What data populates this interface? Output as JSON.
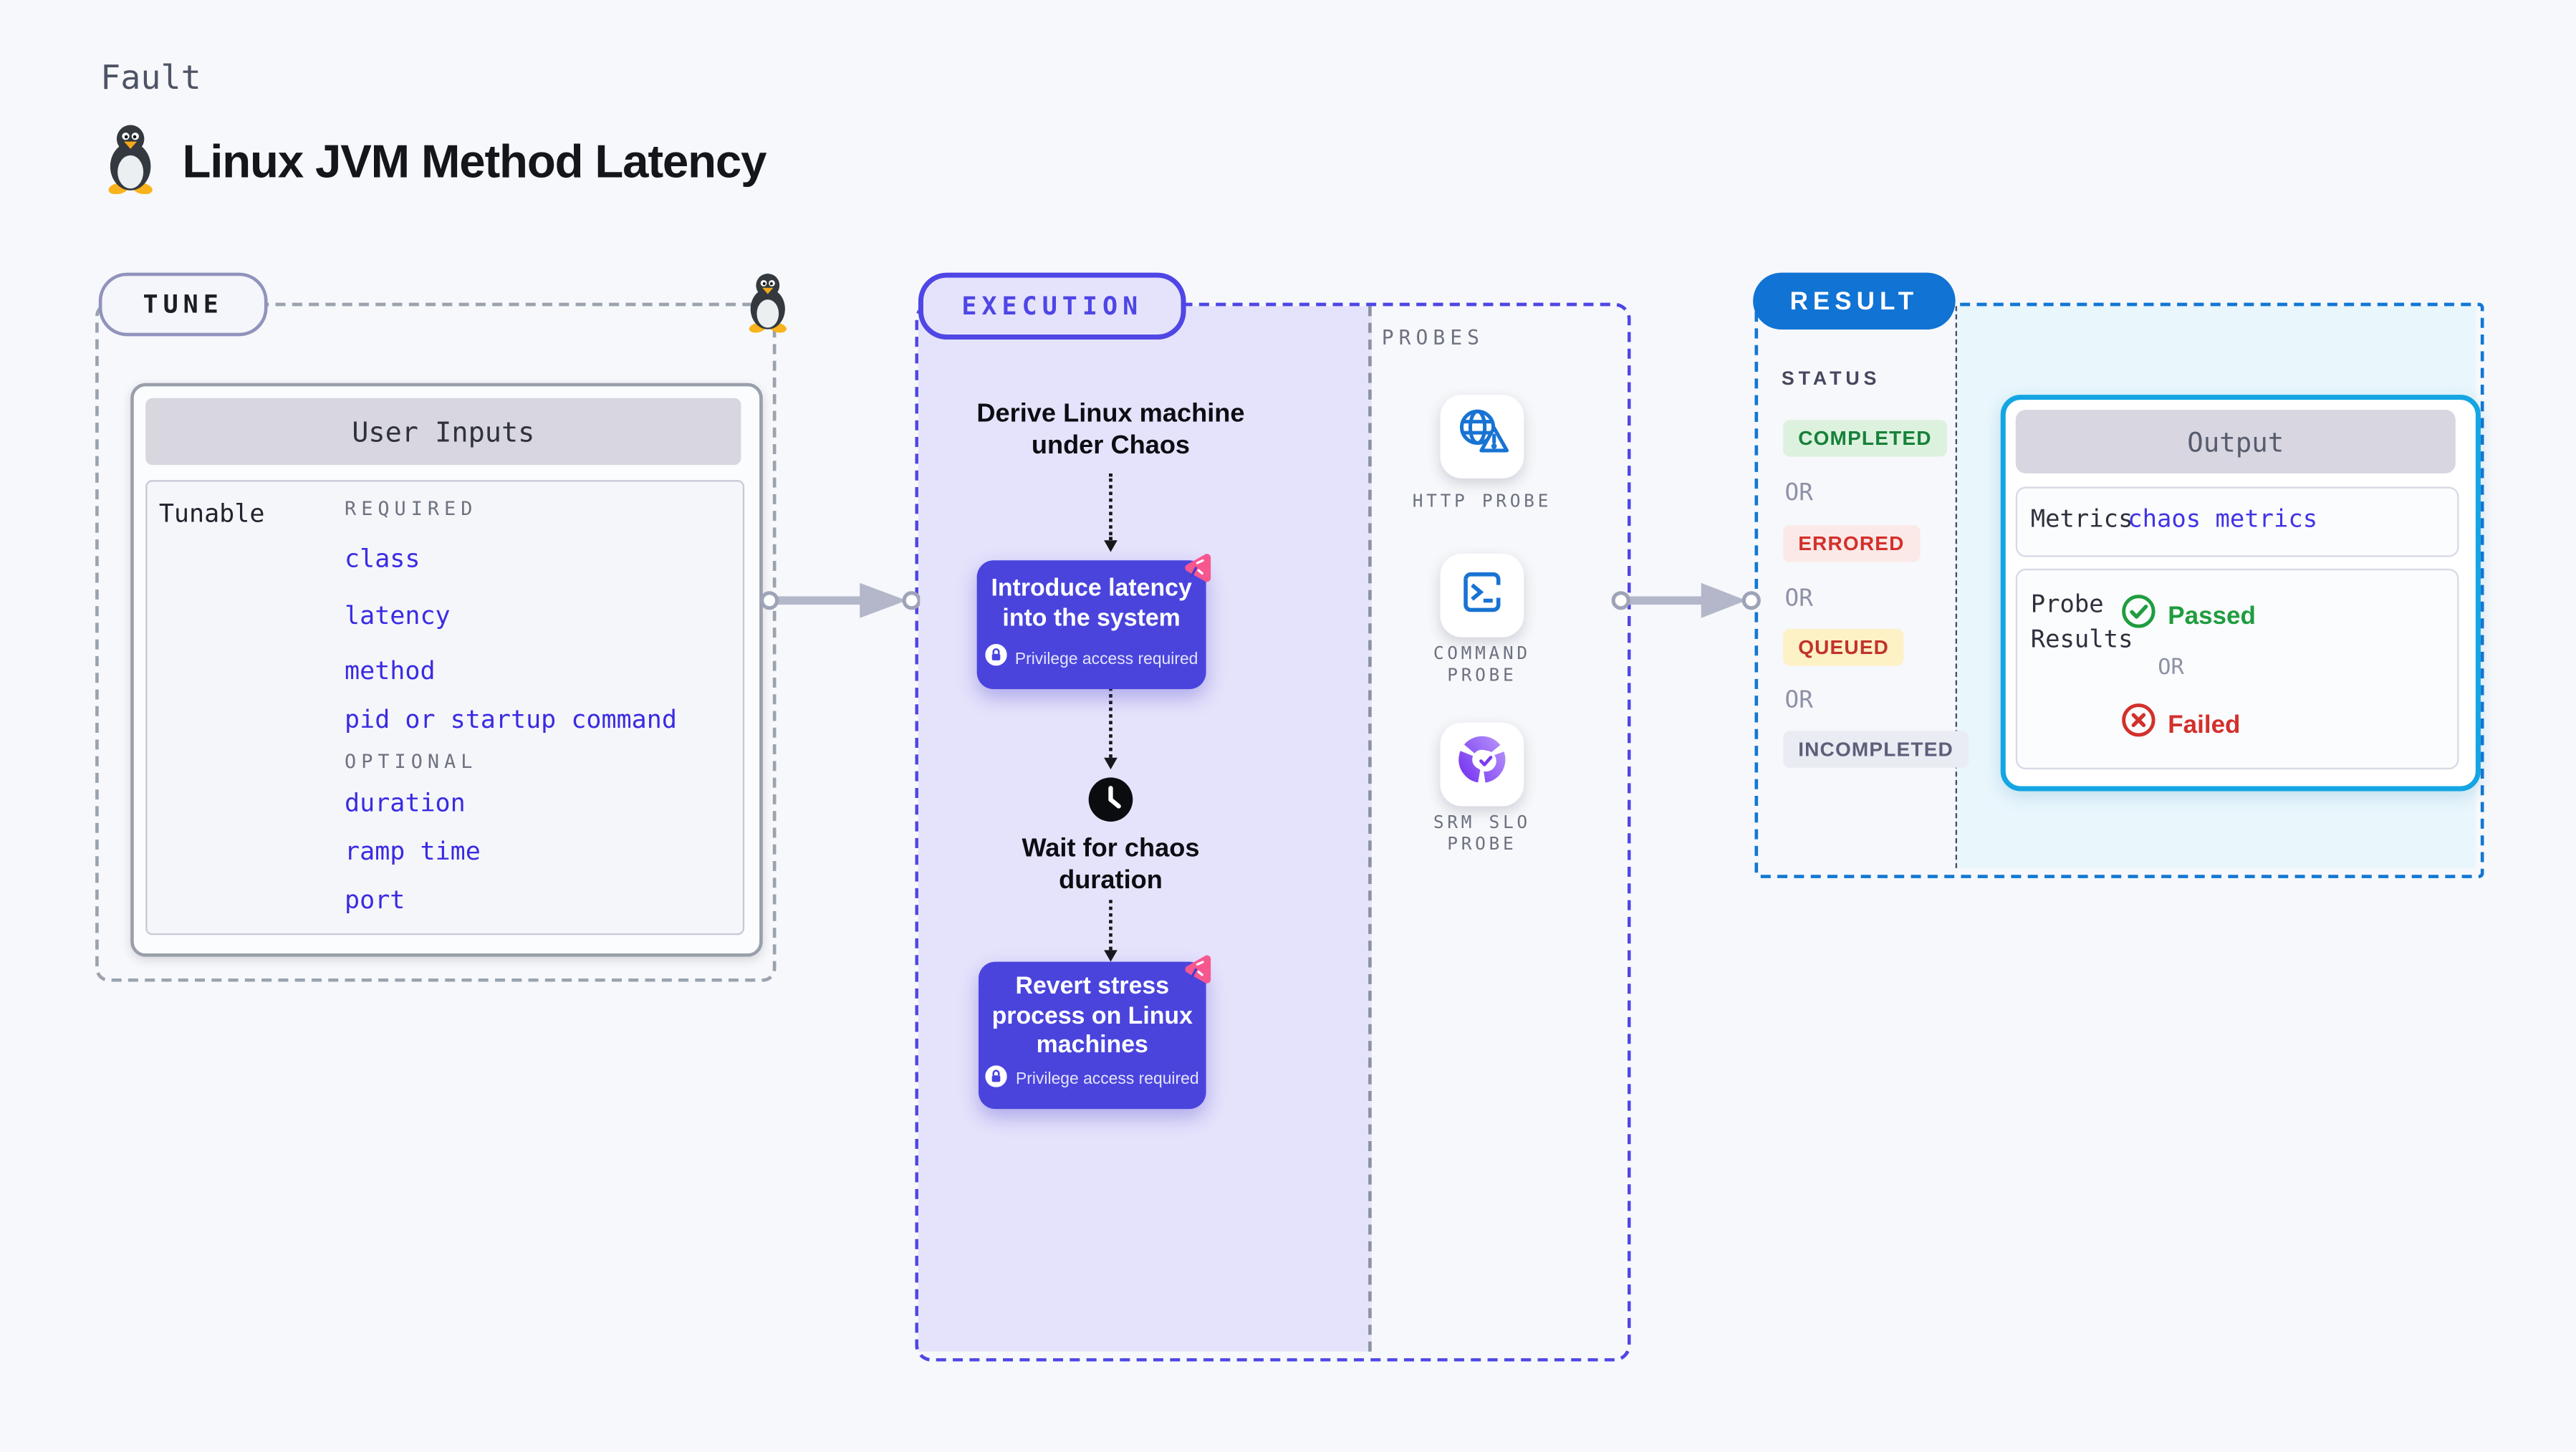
{
  "header": {
    "eyebrow": "Fault",
    "title": "Linux JVM Method Latency"
  },
  "tune": {
    "pill": "TUNE",
    "table_title": "User Inputs",
    "row_label": "Tunable",
    "required_heading": "REQUIRED",
    "required_items": [
      "class",
      "latency",
      "method",
      "pid or startup command"
    ],
    "optional_heading": "OPTIONAL",
    "optional_items": [
      "duration",
      "ramp time",
      "port"
    ]
  },
  "execution": {
    "pill": "EXECUTION",
    "derive_line1": "Derive Linux machine",
    "derive_line2": "under Chaos",
    "introduce_line1": "Introduce latency",
    "introduce_line2": "into the system",
    "privilege_note": "Privilege access required",
    "wait_line1": "Wait for chaos",
    "wait_line2": "duration",
    "revert_line1": "Revert stress",
    "revert_line2": "process on Linux",
    "revert_line3": "machines"
  },
  "probes": {
    "heading": "PROBES",
    "http_label": "HTTP PROBE",
    "command_label_line1": "COMMAND",
    "command_label_line2": "PROBE",
    "srm_label_line1": "SRM SLO",
    "srm_label_line2": "PROBE"
  },
  "result": {
    "pill": "RESULT",
    "status_heading": "STATUS",
    "or": "OR",
    "statuses": {
      "completed": "COMPLETED",
      "errored": "ERRORED",
      "queued": "QUEUED",
      "incompleted": "INCOMPLETED"
    },
    "output": {
      "title": "Output",
      "metrics_label": "Metrics",
      "metrics_value": "chaos metrics",
      "probe_results_line1": "Probe",
      "probe_results_line2": "Results",
      "passed": "Passed",
      "or": "OR",
      "failed": "Failed"
    }
  },
  "icons": {
    "penguin": "linux-penguin-icon",
    "lock": "lock-icon",
    "chaos": "chaos-experiment-icon",
    "clock": "clock-icon",
    "http_probe": "globe-alert-icon",
    "command_probe": "terminal-icon",
    "srm_probe": "slo-donut-check-icon",
    "passed": "check-circle-icon",
    "failed": "x-circle-icon"
  },
  "colors": {
    "page_bg": "#f7f8fb",
    "accent_indigo": "#4f46e5",
    "fault_card_bg": "#4a44dd",
    "purple_area_bg": "#e5e3fb",
    "accent_blue": "#1173d4",
    "cyan_border": "#14a5e3",
    "cyan_bg": "#e9f6fc",
    "tunable_link_blue": "#3a2be2",
    "success_green": "#17813a",
    "error_red": "#d3302c",
    "warning_bg": "#fdf1c6",
    "neutral_badge_bg": "#eaecf3",
    "pink_badge": "#f7578f"
  }
}
